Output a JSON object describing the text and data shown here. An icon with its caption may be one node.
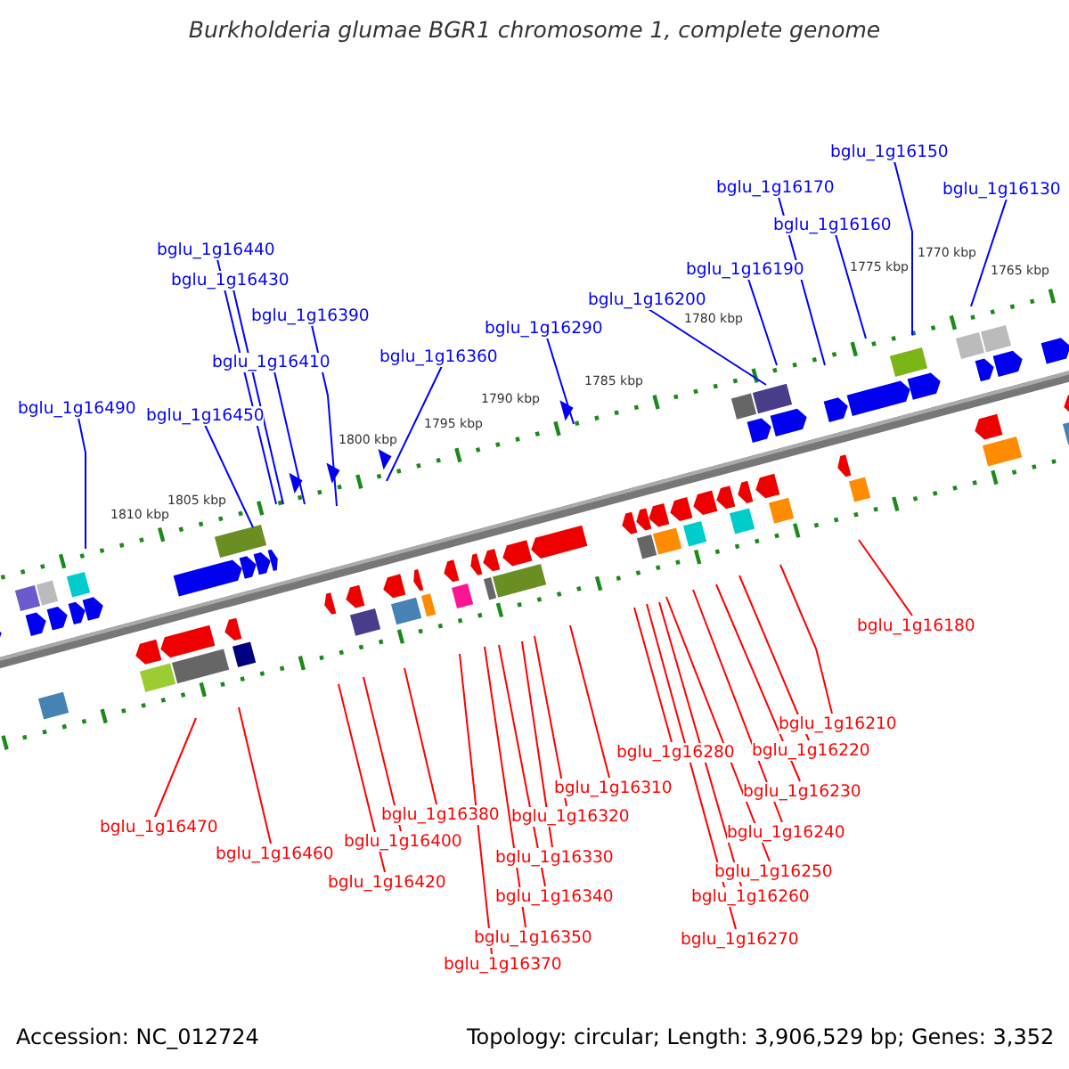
{
  "diagram": {
    "title": "Burkholderia glumae BGR1 chromosome 1, complete genome",
    "nodes": [
      {
        "text": [
          "bglu_1g16150"
        ]
      },
      {
        "text": [
          "bglu_1g16170"
        ]
      },
      {
        "text": [
          "bglu_1g16130"
        ]
      },
      {
        "text": [
          "bglu_1g16160"
        ]
      },
      {
        "text": [
          "bglu_1g16440"
        ]
      },
      {
        "text": [
          "bglu_1g16190"
        ]
      },
      {
        "text": [
          "bglu_1g16430"
        ]
      },
      {
        "text": [
          "bglu_1g16200"
        ]
      },
      {
        "text": [
          "bglu_1g16390"
        ]
      },
      {
        "text": [
          "bglu_1g16290"
        ]
      },
      {
        "text": [
          "bglu_1g16360"
        ]
      },
      {
        "text": [
          "bglu_1g16410"
        ]
      },
      {
        "text": [
          "bglu_1g16490"
        ]
      },
      {
        "text": [
          "bglu_1g16450"
        ]
      },
      {
        "text": [
          "bglu_1g16180"
        ]
      },
      {
        "text": [
          "bglu_1g16210"
        ]
      },
      {
        "text": [
          "bglu_1g16220"
        ]
      },
      {
        "text": [
          "bglu_1g16280"
        ]
      },
      {
        "text": [
          "bglu_1g16310"
        ]
      },
      {
        "text": [
          "bglu_1g16230"
        ]
      },
      {
        "text": [
          "bglu_1g16380"
        ]
      },
      {
        "text": [
          "bglu_1g16320"
        ]
      },
      {
        "text": [
          "bglu_1g16470"
        ]
      },
      {
        "text": [
          "bglu_1g16240"
        ]
      },
      {
        "text": [
          "bglu_1g16400"
        ]
      },
      {
        "text": [
          "bglu_1g16460"
        ]
      },
      {
        "text": [
          "bglu_1g16330"
        ]
      },
      {
        "text": [
          "bglu_1g16250"
        ]
      },
      {
        "text": [
          "bglu_1g16420"
        ]
      },
      {
        "text": [
          "bglu_1g16340"
        ]
      },
      {
        "text": [
          "bglu_1g16260"
        ]
      },
      {
        "text": [
          "bglu_1g16350"
        ]
      },
      {
        "text": [
          "bglu_1g16270"
        ]
      },
      {
        "text": [
          "bglu_1g16370"
        ]
      }
    ],
    "edges": [
      {
        "from": 0,
        "to": null,
        "arrow": "none",
        "color": "#0000ff"
      },
      {
        "from": 1,
        "to": null,
        "arrow": "none",
        "color": "#0000ff"
      },
      {
        "from": 2,
        "to": null,
        "arrow": "none",
        "color": "#0000ff"
      },
      {
        "from": 3,
        "to": null,
        "arrow": "none",
        "color": "#0000ff"
      },
      {
        "from": 4,
        "to": null,
        "arrow": "none",
        "color": "#0000ff"
      },
      {
        "from": 5,
        "to": null,
        "arrow": "none",
        "color": "#0000ff"
      },
      {
        "from": 6,
        "to": null,
        "arrow": "none",
        "color": "#0000ff"
      },
      {
        "from": 7,
        "to": null,
        "arrow": "none",
        "color": "#0000ff"
      },
      {
        "from": 8,
        "to": null,
        "arrow": "none",
        "color": "#0000ff"
      },
      {
        "from": 9,
        "to": null,
        "arrow": "none",
        "color": "#0000ff"
      },
      {
        "from": 10,
        "to": null,
        "arrow": "none",
        "color": "#0000ff"
      },
      {
        "from": 11,
        "to": null,
        "arrow": "none",
        "color": "#0000ff"
      },
      {
        "from": 12,
        "to": null,
        "arrow": "none",
        "color": "#0000ff"
      },
      {
        "from": 13,
        "to": null,
        "arrow": "none",
        "color": "#0000ff"
      },
      {
        "from": 14,
        "to": null,
        "arrow": "none"
      },
      {
        "from": 15,
        "to": null,
        "arrow": "none"
      },
      {
        "from": 16,
        "to": null,
        "arrow": "none"
      },
      {
        "from": 17,
        "to": null,
        "arrow": "none"
      },
      {
        "from": 18,
        "to": null,
        "arrow": "none"
      },
      {
        "from": 19,
        "to": null,
        "arrow": "none"
      },
      {
        "from": 20,
        "to": null,
        "arrow": "none"
      },
      {
        "from": 21,
        "to": null,
        "arrow": "none"
      },
      {
        "from": 22,
        "to": null,
        "arrow": "none"
      },
      {
        "from": 23,
        "to": null,
        "arrow": "none"
      },
      {
        "from": 24,
        "to": null,
        "arrow": "none"
      },
      {
        "from": 25,
        "to": null,
        "arrow": "none"
      },
      {
        "from": 26,
        "to": null,
        "arrow": "none"
      },
      {
        "from": 27,
        "to": null,
        "arrow": "none"
      },
      {
        "from": 28,
        "to": null,
        "arrow": "none"
      },
      {
        "from": 29,
        "to": null,
        "arrow": "none"
      },
      {
        "from": 30,
        "to": null,
        "arrow": "none"
      },
      {
        "from": 31,
        "to": null,
        "arrow": "none"
      },
      {
        "from": 32,
        "to": null,
        "arrow": "none"
      },
      {
        "from": 33,
        "to": null,
        "arrow": "none"
      }
    ],
    "labels": [
      "1765 kbp",
      "1770 kbp",
      "1775 kbp",
      "1780 kbp",
      "1785 kbp",
      "1790 kbp",
      "1795 kbp",
      "1800 kbp",
      "1805 kbp",
      "1810 kbp",
      "Accession: NC_012724",
      "Topology: circular; Length: 3,906,529 bp; Genes: 3,352"
    ]
  }
}
